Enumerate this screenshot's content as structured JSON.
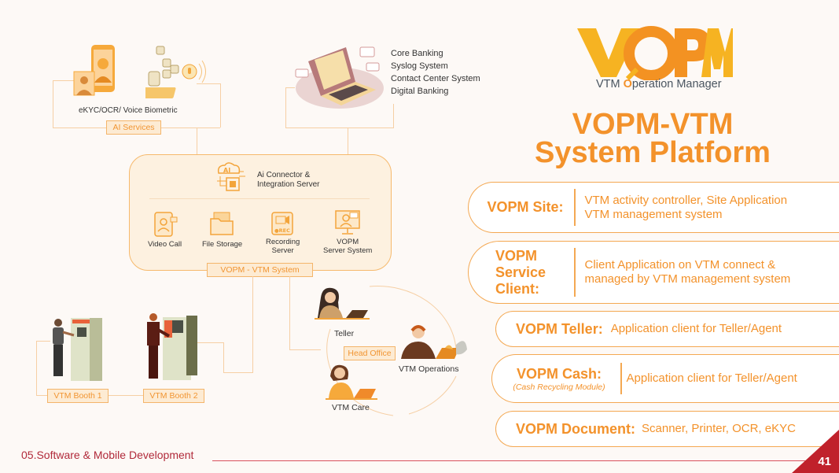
{
  "diagram": {
    "ai_services": {
      "caption": "eKYC/OCR/ Voice Biometric",
      "tag": "AI Services"
    },
    "external_systems": [
      "Core Banking",
      "Syslog System",
      "Contact Center System",
      "Digital Banking"
    ],
    "integration": {
      "connector_label_line1": "Ai Connector &",
      "connector_label_line2": "Integration Server",
      "components": [
        {
          "icon": "video-call-icon",
          "label": "Video Call"
        },
        {
          "icon": "file-storage-icon",
          "label": "File Storage"
        },
        {
          "icon": "recording-server-icon",
          "label_line1": "Recording",
          "label_line2": "Server",
          "badge": "●REC"
        },
        {
          "icon": "vopm-server-icon",
          "label_line1": "VOPM",
          "label_line2": "Server System"
        }
      ],
      "tag": "VOPM - VTM System"
    },
    "booths": [
      {
        "label": "VTM Booth 1"
      },
      {
        "label": "VTM Booth 2"
      }
    ],
    "head_office": {
      "tag": "Head Office",
      "roles": [
        "Teller",
        "VTM Operations",
        "VTM Care"
      ]
    }
  },
  "logo": {
    "mark": "VOPM",
    "subtitle_prefix": "VTM ",
    "subtitle_o": "O",
    "subtitle_rest": "peration Manager"
  },
  "title": {
    "line1": "VOPM-VTM",
    "line2": "System Platform"
  },
  "modules": [
    {
      "name": "VOPM Site:",
      "desc_line1": "VTM activity controller, Site Application",
      "desc_line2": "VTM management system"
    },
    {
      "name_line1": "VOPM",
      "name_line2": "Service",
      "name_line3": "Client:",
      "desc_line1": "Client Application on VTM connect &",
      "desc_line2": "managed by VTM management system"
    },
    {
      "name": "VOPM Teller:",
      "desc": "Application client for Teller/Agent"
    },
    {
      "name": "VOPM Cash:",
      "sub": "(Cash Recycling Module)",
      "desc": "Application client for Teller/Agent"
    },
    {
      "name": "VOPM Document:",
      "desc": "Scanner, Printer, OCR, eKYC"
    }
  ],
  "footer": {
    "section": "05.Software & Mobile Development",
    "page_number": "41"
  },
  "colors": {
    "accent": "#f3922b",
    "footer_red": "#b12a3a",
    "corner_red": "#c0212b"
  }
}
